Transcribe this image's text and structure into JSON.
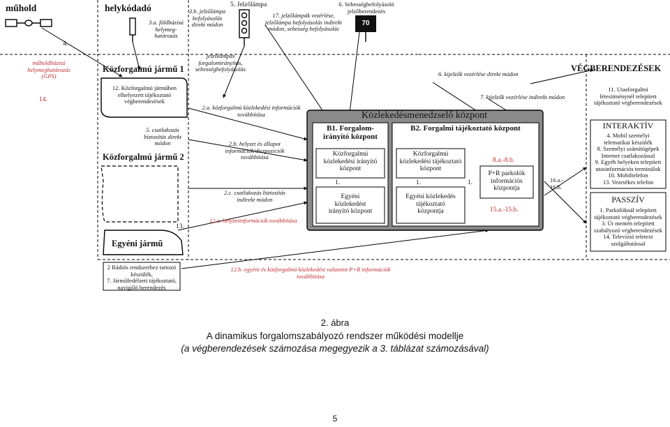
{
  "top": {
    "muhold": "műhold",
    "helykodado": "helykódadó",
    "muhold_positioning": "3.a. földbázisú\nhelymeg-\nhatározás",
    "jelzolampa_influence": "3.b. jelzőlámpa\nbefolyásolás\ndirekt módon",
    "num4": "4.",
    "jelzolampa_label": "5. Jelzőlámpa",
    "item17": "17. jelzőlámpák vezérlése,\njelzőlámpa befolyásolás indirekt\nmódon, sebesség befolyásolás",
    "sebesseg_label": "6. Sebességbefolyásoló\njelzőberendezés",
    "speed_sign": "70"
  },
  "left": {
    "gps_label": "műholdbázisú\nhelymeghatározás\n(GPS)",
    "num14": "14.",
    "vehicle1": "Közforgalmú jármű 1",
    "vehicle1_inner": "12. Közforgalmú járműben\nelhelyezett tájékoztató\nvégberendezések",
    "item5": "5. csatlakozás\nbiztosítás direkt\nmódon",
    "vehicle2": "Közforgalmú jármű 2",
    "num13": "13.",
    "vehicle3": "Egyéni jármű",
    "bottom_box": "2 Rádiós rendszerhez tartozó\nkészülék,\n7. Járműfedélzeti tájékoztató,\nnavigáló berendezés"
  },
  "middle": {
    "jelzolampas": "jelzőlámpás\nforgalomirányítás,\nsebességbefolyásolás",
    "item2a": "2.a. közforgalmú közlekedési információk\ntovábbítása",
    "item2b": "2.b. helyzet és állapot\ninformációk/diszpozíciók\ntovábbítása",
    "item2c": "2.c. csatlakozás biztosítás\nindirekt módon",
    "item12a": "12.a. helyzetinformációk továbbítása",
    "item12b": "12.b. egyéni és közforgalmú közlekedési valamint P+R információk\ntovábbítása"
  },
  "center": {
    "item6": "6. kijelzők vezérlése direkt módon",
    "item7": "7. kijelzők vezérlése indirekt módon",
    "title": "Közlekedésmenedzselő központ",
    "b1_title": "B1. Forgalom-\nirányító központ",
    "b1_inner": "Közforgalmú\nközlekedési irányító\nközpont",
    "b1_num": "1.",
    "b1_egyeni": "Egyéni\nközlekedést\nirányító központ",
    "b2_title": "B2. Forgalmi tájékoztató központ",
    "b2_inner": "Közforgalmú\nközlekedési tájékoztató\nközpont",
    "b2_num": "1.",
    "b2_egyeni": "Egyéni közlekedés\ntájékoztató\nközpontja",
    "num1_right": "1.",
    "item8": "8.a.-8.b.",
    "pr": "P+R parkolók\ninformációs\nközpontja",
    "item15": "15.a.-15.b.",
    "item16": "16.a.-\n16.b."
  },
  "right": {
    "header": "VÉGBERENDEZÉSEK",
    "item11": "11. Utasforgalmi\nlétesítménynél telepített\ntájékoztató végberendezések",
    "interaktiv_title": "INTERAKTÍV",
    "interaktiv_items": "4. Mobil személyi\ntelematikai készülék\n8. Személyi számítógépek\nInternet csatlakozással\n9. Egyéb helyeken telepített\nutasinformációs terminálok\n10. Mobiltelefon\n13. Vezetékes telefon",
    "passziv_title": "PASSZÍV",
    "passziv_items": "1. Parkolóknál telepített\ntájékoztató végberendezések\n3. Út mentén telepített\nszabályozó végberendezések\n14. Televízió teletext\nszolgáltatással"
  },
  "caption": {
    "line1": "2. ábra",
    "line2": "A dinamikus forgalomszabályozó rendszer működési modellje",
    "line3": "(a végberendezések számozása megegyezik a 3. táblázat számozásával)"
  },
  "page_number": "5"
}
